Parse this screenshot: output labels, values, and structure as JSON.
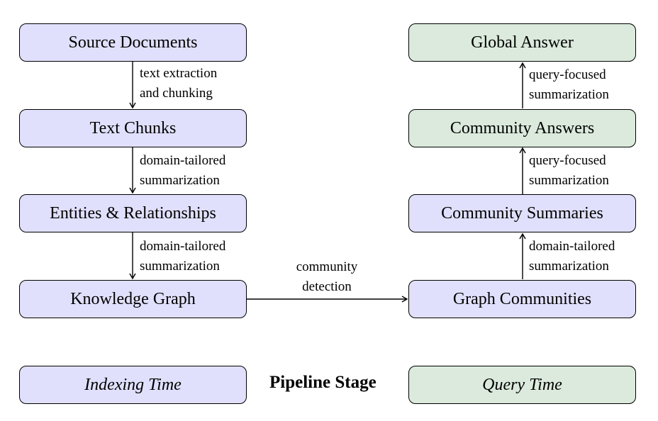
{
  "nodes": {
    "source_documents": "Source Documents",
    "text_chunks": "Text Chunks",
    "entities_relationships": "Entities & Relationships",
    "knowledge_graph": "Knowledge Graph",
    "graph_communities": "Graph Communities",
    "community_summaries": "Community Summaries",
    "community_answers": "Community Answers",
    "global_answer": "Global Answer"
  },
  "edges": {
    "extraction": [
      "text extraction",
      "and chunking"
    ],
    "chunks_to_entities": [
      "domain-tailored",
      "summarization"
    ],
    "entities_to_graph": [
      "domain-tailored",
      "summarization"
    ],
    "community_detection": [
      "community",
      "detection"
    ],
    "communities_to_summaries": [
      "domain-tailored",
      "summarization"
    ],
    "summaries_to_answers": [
      "query-focused",
      "summarization"
    ],
    "answers_to_global": [
      "query-focused",
      "summarization"
    ]
  },
  "legend": {
    "indexing": "Indexing Time",
    "stage": "Pipeline Stage",
    "query": "Query Time"
  },
  "colors": {
    "indexing_fill": "#e0e0fc",
    "query_fill": "#dbeadc"
  }
}
